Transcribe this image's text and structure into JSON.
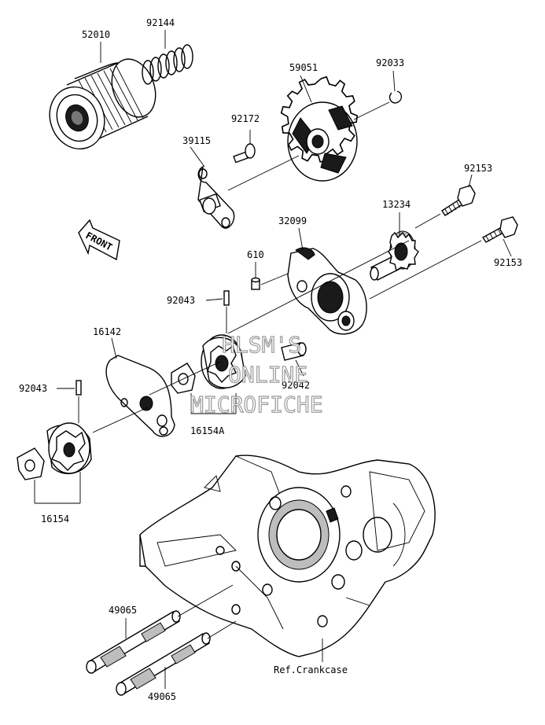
{
  "labels": {
    "p52010": "52010",
    "p92144": "92144",
    "p59051": "59051",
    "p92033": "92033",
    "p92172": "92172",
    "p39115": "39115",
    "p92153a": "92153",
    "p13234": "13234",
    "p32099": "32099",
    "p92153b": "92153",
    "p610": "610",
    "p92043a": "92043",
    "p16142": "16142",
    "p92042": "92042",
    "p92043b": "92043",
    "p16154A": "16154A",
    "p16154": "16154",
    "p49065a": "49065",
    "p49065b": "49065",
    "ref": "Ref.Crankcase"
  },
  "front_arrow": "FRONT",
  "watermark": {
    "line1": "HLSM'S",
    "line2": "ONLINE",
    "line3": "MICROFICHE"
  },
  "colors": {
    "ink": "#000000",
    "background": "#ffffff",
    "watermark_outline": "#8a8a8a"
  }
}
